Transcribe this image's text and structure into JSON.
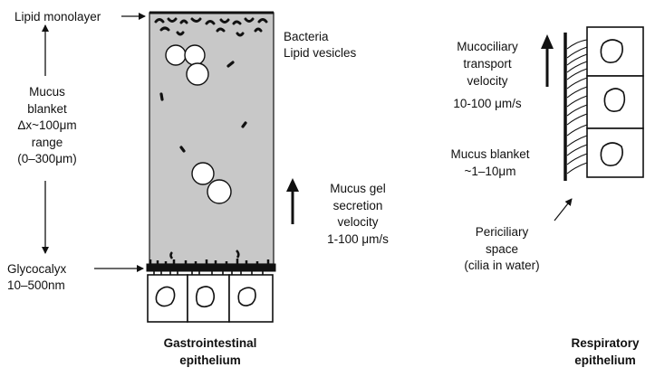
{
  "gi": {
    "lipid_monolayer": "Lipid monolayer",
    "bacteria": "Bacteria",
    "lipid_vesicles": "Lipid vesicles",
    "mucus_blanket_lines": [
      "Mucus",
      "blanket",
      "Δx~100μm",
      "range",
      "(0–300μm)"
    ],
    "mucus_gel_lines": [
      "Mucus gel",
      "secretion",
      "velocity",
      "1-100 μm/s"
    ],
    "glycocalyx_lines": [
      "Glycocalyx",
      "10–500nm"
    ],
    "caption_lines": [
      "Gastrointestinal",
      "epithelium"
    ]
  },
  "resp": {
    "mucociliary_lines": [
      "Mucociliary",
      "transport",
      "velocity"
    ],
    "mucociliary_velocity": "10-100 μm/s",
    "mucus_blanket_lines": [
      "Mucus blanket",
      "~1–10μm"
    ],
    "periciliary_lines": [
      "Periciliary",
      "space",
      "(cilia in water)"
    ],
    "caption_lines": [
      "Respiratory",
      "epithelium"
    ]
  },
  "colors": {
    "mucus_fill": "#c8c8c8",
    "ink": "#111111",
    "vesicle_fill": "#ffffff"
  }
}
